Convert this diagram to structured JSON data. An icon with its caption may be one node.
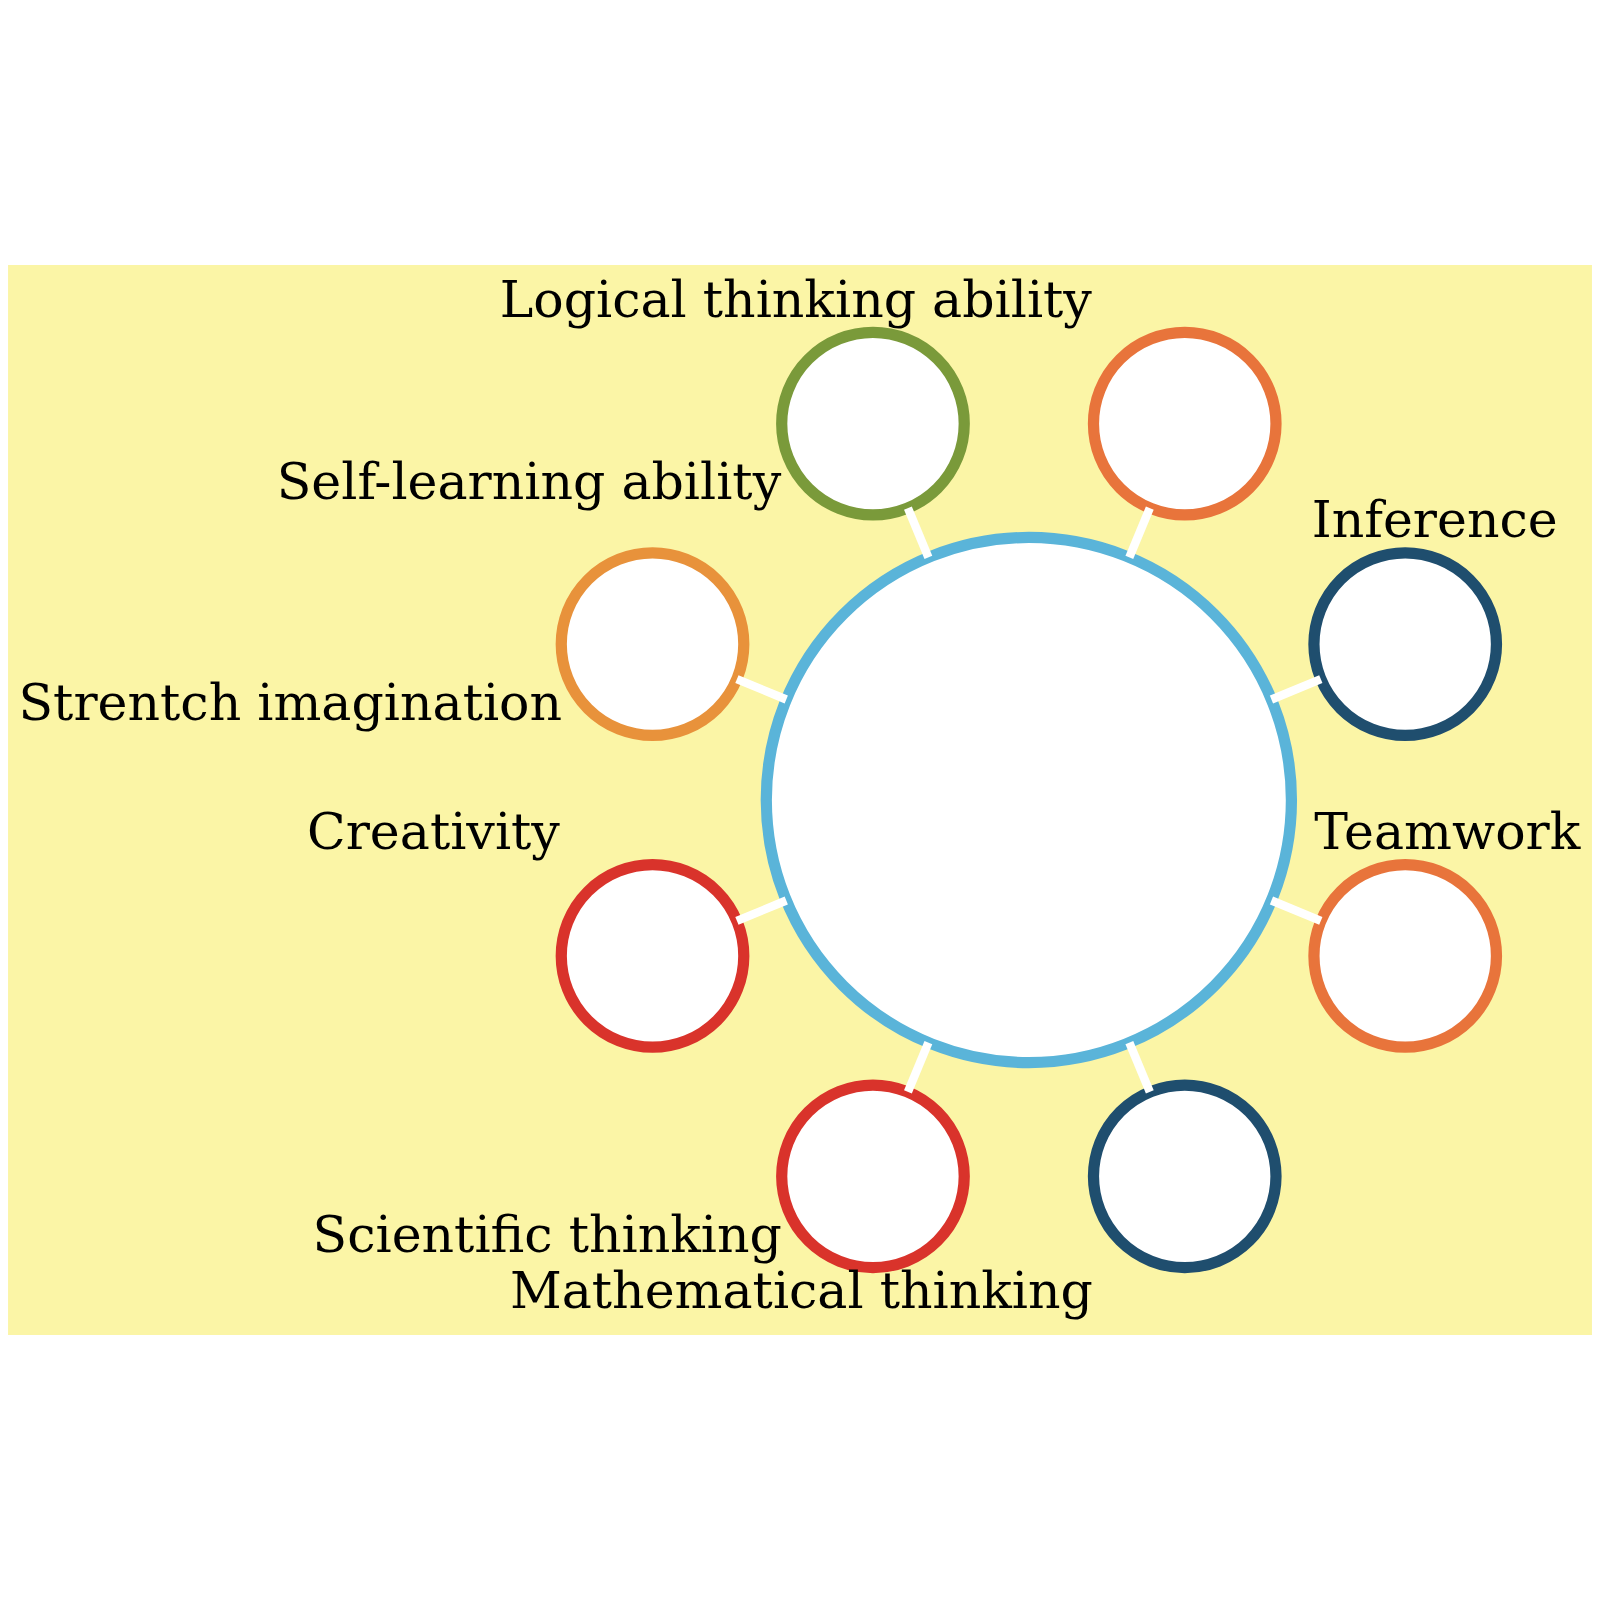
{
  "diagram": {
    "nodes": [
      {
        "text": [],
        "shape": "circle"
      },
      {
        "text": [],
        "shape": "circle",
        "beside": [
          "Inference"
        ]
      },
      {
        "text": [],
        "shape": "circle",
        "beside": [
          "Logical thinking ability"
        ]
      },
      {
        "text": [],
        "shape": "circle",
        "beside": [
          "Self-learning ability"
        ]
      },
      {
        "text": [],
        "shape": "circle",
        "beside": [
          "Strentch imagination"
        ]
      },
      {
        "text": [],
        "shape": "circle",
        "beside": [
          "Creativity"
        ]
      },
      {
        "text": [],
        "shape": "circle",
        "beside": [
          "Scientific thinking"
        ]
      },
      {
        "text": [],
        "shape": "circle",
        "beside": [
          "Mathematical thinking"
        ]
      },
      {
        "text": [],
        "shape": "circle",
        "beside": [
          "Teamwork"
        ]
      }
    ],
    "edges": [
      {
        "from": 0,
        "to": 1,
        "arrow": "none"
      },
      {
        "from": 0,
        "to": 2,
        "arrow": "none"
      },
      {
        "from": 0,
        "to": 3,
        "arrow": "none"
      },
      {
        "from": 0,
        "to": 4,
        "arrow": "none"
      },
      {
        "from": 0,
        "to": 5,
        "arrow": "none"
      },
      {
        "from": 0,
        "to": 6,
        "arrow": "none"
      },
      {
        "from": 0,
        "to": 7,
        "arrow": "none"
      },
      {
        "from": 0,
        "to": 8,
        "arrow": "none"
      }
    ]
  }
}
